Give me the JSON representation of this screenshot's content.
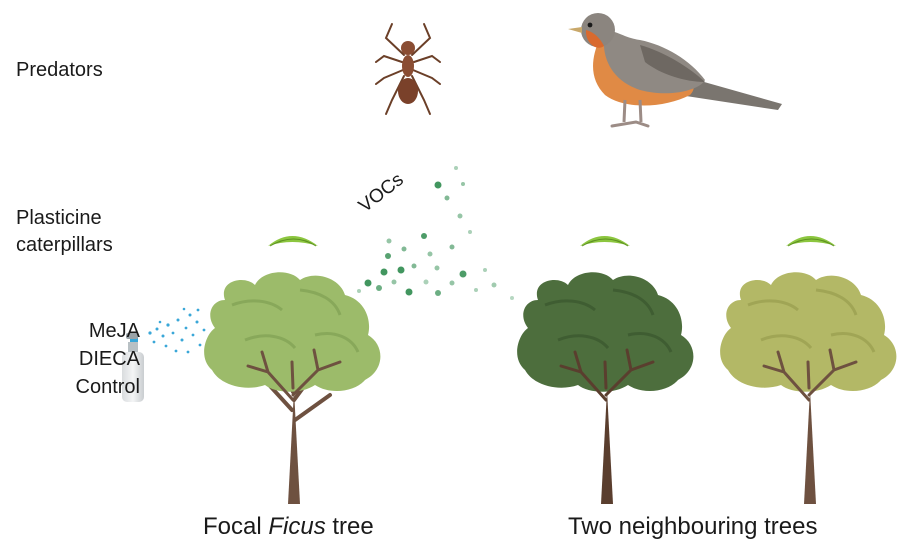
{
  "labels": {
    "predators": "Predators",
    "plasticine": [
      "Plasticine",
      "caterpillars"
    ],
    "treatments": [
      "MeJA",
      "DIECA",
      "Control"
    ],
    "focal_prefix": "Focal ",
    "focal_italic": "Ficus",
    "focal_suffix": " tree",
    "neighbours": "Two neighbouring trees",
    "vocs": "VOCs"
  },
  "colors": {
    "focal_canopy": "#9cbb6a",
    "neighbour1_canopy": "#4d6e3d",
    "neighbour2_canopy": "#b3b866",
    "trunk": "#6e5140",
    "caterpillar": "#8cc63f",
    "voc_dot": "#2e8b4e",
    "spray": "#3aa7d8"
  },
  "icons": [
    "ant-icon",
    "bird-icon",
    "caterpillar-icon",
    "spray-bottle-icon",
    "tree-icon"
  ]
}
